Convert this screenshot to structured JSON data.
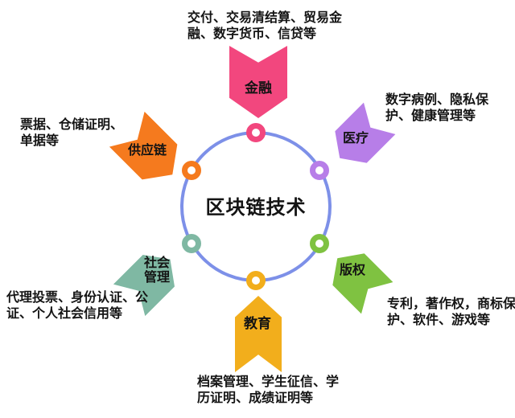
{
  "diagram": {
    "title": "区块链技术",
    "colors": {
      "circle": "#7d90e8",
      "finance": "#f2477e",
      "medical": "#b77ee8",
      "copyright": "#7fc241",
      "education": "#f2ae1c",
      "social": "#7fb8a3",
      "supply": "#f57a1e"
    },
    "sectors": {
      "finance": {
        "label": "金融",
        "desc": "交付、交易清结算、贸易金融、数字货币、信贷等"
      },
      "medical": {
        "label": "医疗",
        "desc": "数字病例、隐私保护、健康管理等"
      },
      "copyright": {
        "label": "版权",
        "desc": "专利，著作权，商标保护、软件、游戏等"
      },
      "education": {
        "label": "教育",
        "desc": "档案管理、学生征信、学历证明、成绩证明等"
      },
      "social": {
        "label": "社会\n管理",
        "desc": "代理投票、身份认证、公证、个人社会信用等"
      },
      "supply": {
        "label": "供应链",
        "desc": "票据、仓储证明、单据等"
      }
    }
  }
}
